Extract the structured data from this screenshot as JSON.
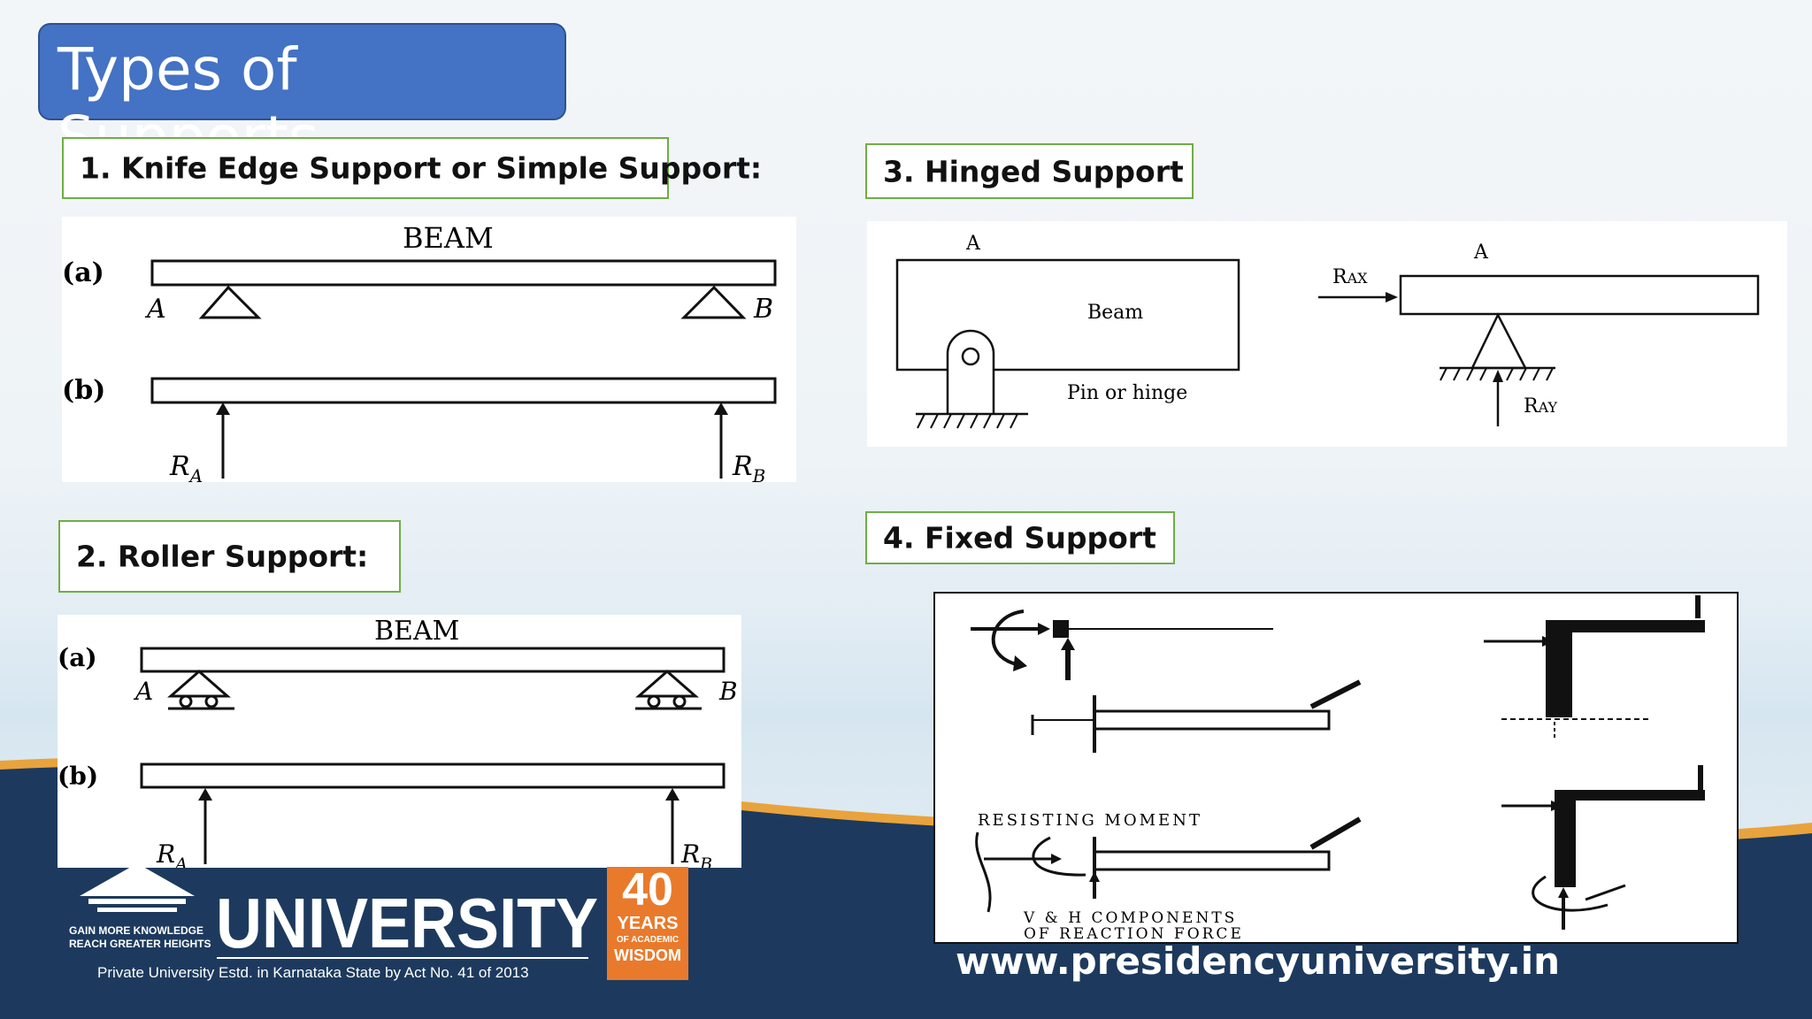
{
  "slide": {
    "title": "Types of Supports",
    "sections": {
      "knife_edge": "1. Knife Edge Support or Simple Support:",
      "roller": "2. Roller Support:",
      "hinged": "3. Hinged Support",
      "fixed": "4. Fixed Support"
    }
  },
  "knife_edge_diagram": {
    "beam_label": "BEAM",
    "row_a": "(a)",
    "row_b": "(b)",
    "point_a": "A",
    "point_b": "B",
    "reaction_a": "R",
    "reaction_a_sub": "A",
    "reaction_b": "R",
    "reaction_b_sub": "B"
  },
  "roller_diagram": {
    "beam_label": "BEAM",
    "row_a": "(a)",
    "row_b": "(b)",
    "point_a": "A",
    "point_b": "B",
    "reaction_a": "R",
    "reaction_a_sub": "A",
    "reaction_b": "R",
    "reaction_b_sub": "B"
  },
  "hinged_diagram": {
    "point_a_left": "A",
    "beam_label": "Beam",
    "pin_label": "Pin or hinge",
    "point_a_right": "A",
    "rax": "R",
    "rax_sub": "AX",
    "ray": "R",
    "ray_sub": "AY"
  },
  "fixed_diagram": {
    "resisting_moment": "RESISTING   MOMENT",
    "components_line1": "V & H COMPONENTS",
    "components_line2": "OF  REACTION  FORCE"
  },
  "footer": {
    "university_name": "UNIVERSITY",
    "tagline_1": "GAIN MORE KNOWLEDGE",
    "tagline_2": "REACH GREATER HEIGHTS",
    "estd": "Private University Estd. in Karnataka State by Act No. 41 of 2013",
    "years_num": "40",
    "years_word": "YEARS",
    "academic": "OF ACADEMIC",
    "wisdom": "WISDOM",
    "website": "www.presidencyuniversity.in"
  },
  "colors": {
    "title_bg": "#4472c4",
    "label_border": "#70ad47",
    "footer_navy": "#1d3a5e",
    "gold_accent": "#e8a33d",
    "years_orange": "#e97a2c"
  }
}
